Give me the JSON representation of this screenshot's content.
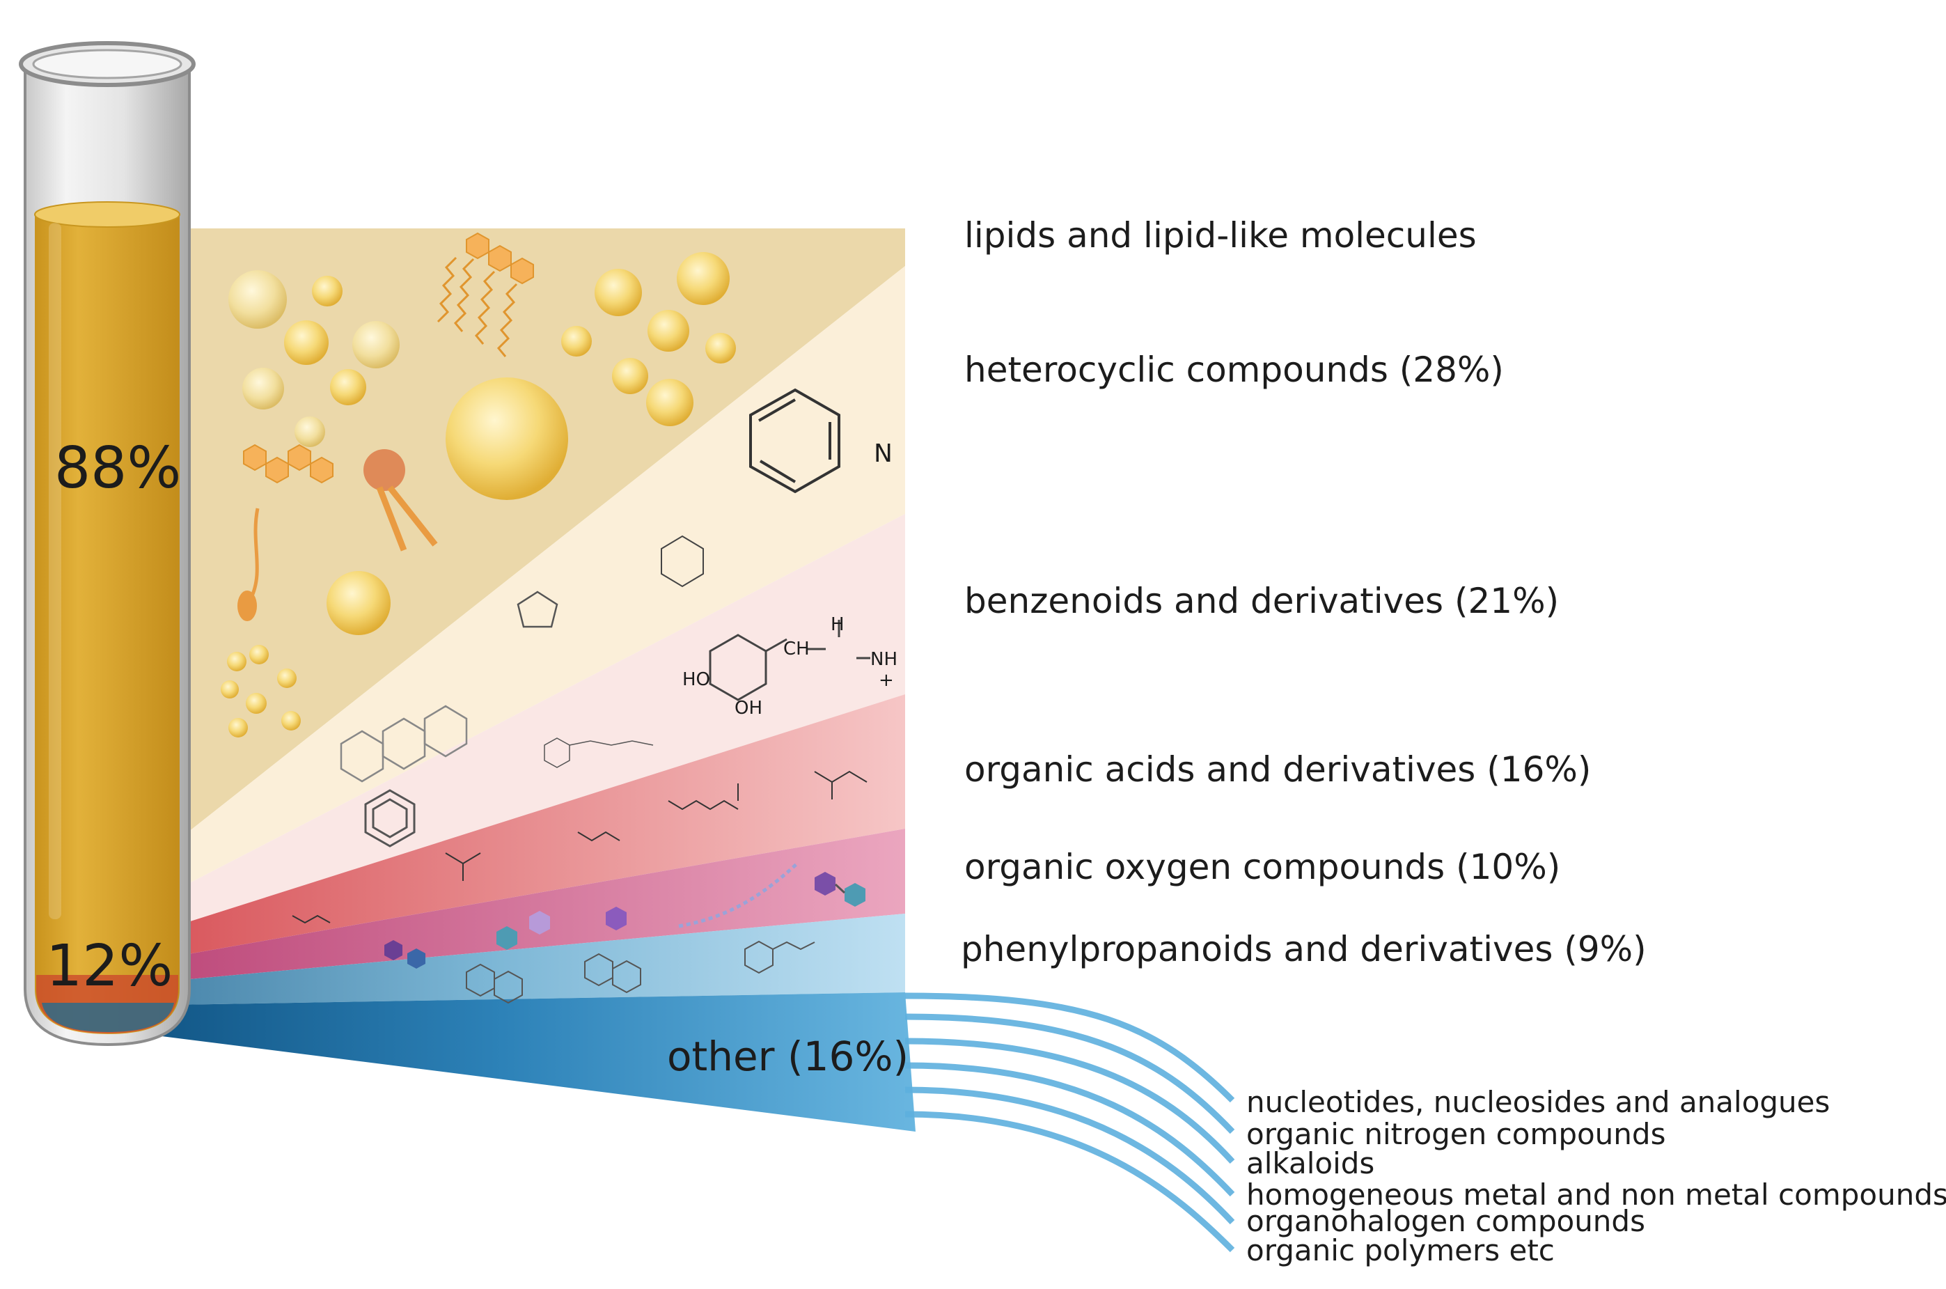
{
  "tube": {
    "upper_percent": "88%",
    "lower_percent": "12%"
  },
  "categories": [
    {
      "label": "lipids and lipid-like molecules",
      "color": "#ebd8aa"
    },
    {
      "label": "heterocyclic compounds (28%)",
      "color": "#fbefd9"
    },
    {
      "label": "benzenoids and derivatives (21%)",
      "color": "#fae7e5"
    },
    {
      "label": "organic acids and derivatives (16%)",
      "color": "#ef9ea2"
    },
    {
      "label": "organic oxygen compounds (10%)",
      "color": "#cf5f90"
    },
    {
      "label": "phenylpropanoids and derivatives (9%)",
      "color": "#9fcfe9"
    }
  ],
  "other": {
    "label": "other (16%)",
    "color": "#2a86bd",
    "subcategories": [
      "nucleotides, nucleosides and analogues",
      "organic nitrogen compounds",
      "alkaloids",
      "homogeneous metal and non metal compounds",
      "organohalogen compounds",
      "organic polymers etc"
    ]
  },
  "molecule_labels": {
    "pyridine_n": "N",
    "ho": "HO",
    "oh": "OH",
    "ch2": "CH",
    "h": "H",
    "nh": "NH",
    "plus": "+"
  },
  "colors": {
    "liquid": "#d9a52e",
    "liquid_light": "#f0cc68",
    "glass": "#c9c9c9"
  }
}
